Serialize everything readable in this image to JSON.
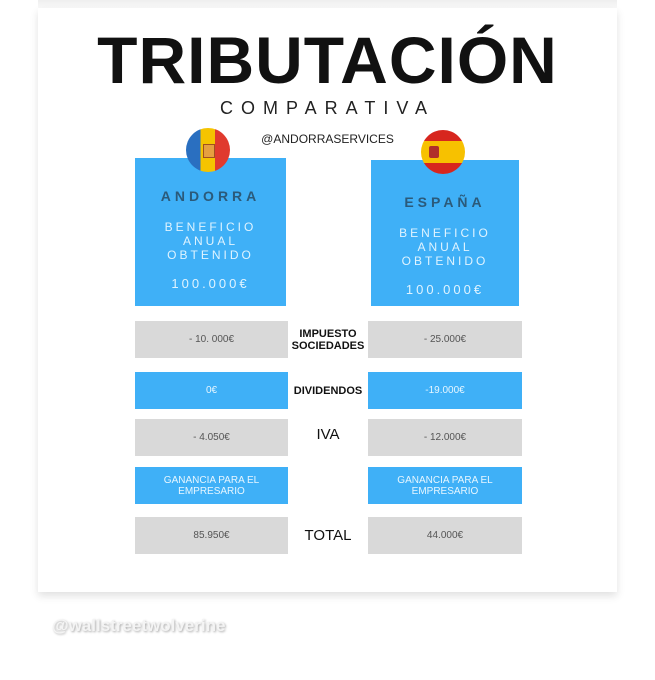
{
  "title": "TRIBUTACIÓN",
  "subtitle": "COMPARATIVA",
  "handle": "@ANDORRASERVICES",
  "watermark": "@wallstreetwolverine",
  "colors": {
    "blue": "#3fb0f7",
    "gray": "#d9d9d9"
  },
  "countries": [
    {
      "name": "ANDORRA",
      "line1": "BENEFICIO",
      "line2": "ANUAL",
      "line3": "OBTENIDO",
      "amount": "100.000€",
      "flag": "andorra-flag-icon"
    },
    {
      "name": "ESPAÑA",
      "line1": "BENEFICIO",
      "line2": "ANUAL",
      "line3": "OBTENIDO",
      "amount": "100.000€",
      "flag": "spain-flag-icon"
    }
  ],
  "rows": [
    {
      "label": "IMPUESTO SOCIEDADES",
      "andorra": "- 10. 000€",
      "espana": "- 25.000€"
    },
    {
      "label": "DIVIDENDOS",
      "andorra": "0€",
      "espana": "-19.000€"
    },
    {
      "label": "IVA",
      "andorra": "- 4.050€",
      "espana": "- 12.000€"
    },
    {
      "label": "",
      "andorra": "GANANCIA PARA EL EMPRESARIO",
      "espana": "GANANCIA PARA EL EMPRESARIO"
    },
    {
      "label": "TOTAL",
      "andorra": "85.950€",
      "espana": "44.000€"
    }
  ]
}
